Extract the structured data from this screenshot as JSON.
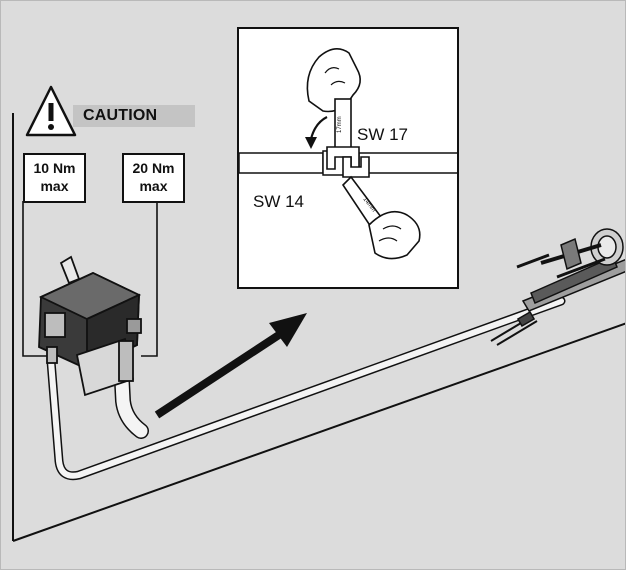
{
  "caution": {
    "label": "CAUTION"
  },
  "torque": {
    "left": {
      "value": "10 Nm",
      "unit": "max"
    },
    "right": {
      "value": "20 Nm",
      "unit": "max"
    }
  },
  "inset": {
    "wrench_upper": "SW 17",
    "wrench_lower": "SW 14",
    "jaw_marking_upper": "17mm",
    "jaw_marking_lower": "14mm"
  },
  "icons": [
    "warning-triangle-icon",
    "direction-arrow-icon",
    "rotation-arrow-icon"
  ]
}
